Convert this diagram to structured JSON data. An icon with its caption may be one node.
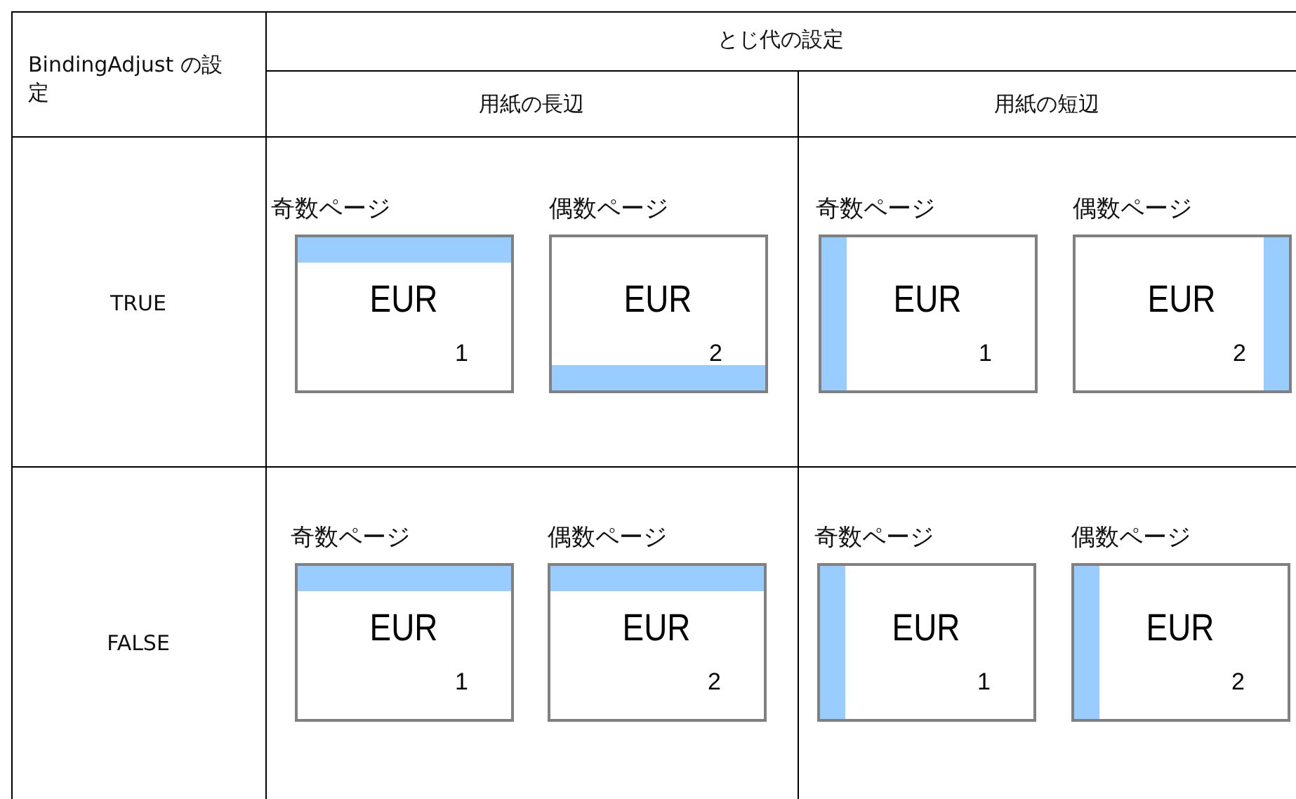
{
  "diagram": {
    "nodes": [
      {
        "text": [
          "奇数ページ",
          "EUR",
          "1"
        ]
      },
      {
        "text": [],
        "shape": "bar",
        "in": 0
      },
      {
        "text": [
          "偶数ページ",
          "EUR",
          "2"
        ]
      },
      {
        "text": [],
        "shape": "bar",
        "in": 2
      },
      {
        "text": [
          "奇数ページ",
          "EUR",
          "1"
        ]
      },
      {
        "text": [],
        "shape": "bar",
        "in": 4
      },
      {
        "text": [
          "偶数ページ",
          "EUR",
          "2"
        ]
      },
      {
        "text": [],
        "shape": "bar",
        "in": 6
      },
      {
        "text": [
          "奇数ページ",
          "EUR",
          "1"
        ]
      },
      {
        "text": [],
        "shape": "bar",
        "in": 8
      },
      {
        "text": [
          "偶数ページ",
          "EUR",
          "2"
        ]
      },
      {
        "text": [],
        "shape": "bar",
        "in": 10
      },
      {
        "text": [
          "奇数ページ",
          "EUR",
          "1"
        ]
      },
      {
        "text": [],
        "shape": "bar",
        "in": 12
      },
      {
        "text": [
          "偶数ページ",
          "EUR",
          "2"
        ]
      },
      {
        "text": [],
        "shape": "bar",
        "in": 14
      }
    ],
    "labels": [
      "BindingAdjust の設定",
      "とじ代の設定",
      "用紙の長辺",
      "用紙の短辺",
      "TRUE",
      "FALSE"
    ]
  }
}
